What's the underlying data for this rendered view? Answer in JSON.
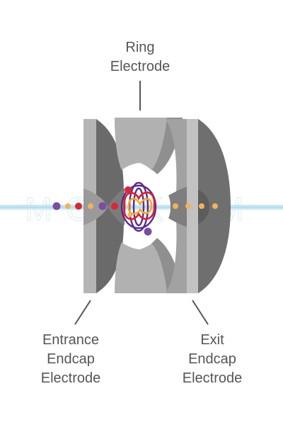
{
  "labels": {
    "ring": [
      "Ring",
      "Electrode"
    ],
    "entrance": [
      "Entrance",
      "Endcap",
      "Electrode"
    ],
    "exit": [
      "Exit",
      "Endcap",
      "Electrode"
    ]
  },
  "watermark": "MOXXOM",
  "colors": {
    "electrode_light": "#b1b1b1",
    "electrode_mid": "#8f8f8f",
    "electrode_dark": "#6a6a6a",
    "beam": "#bfe3ef",
    "ion_purple": "#7a4ea0",
    "ion_red": "#d6283d",
    "ion_orange": "#f1b25e",
    "trajectory_purple": "#5a2d8a",
    "trajectory_red": "#d81f35",
    "trajectory_orange": "#f2a830",
    "label_text": "#555555"
  }
}
